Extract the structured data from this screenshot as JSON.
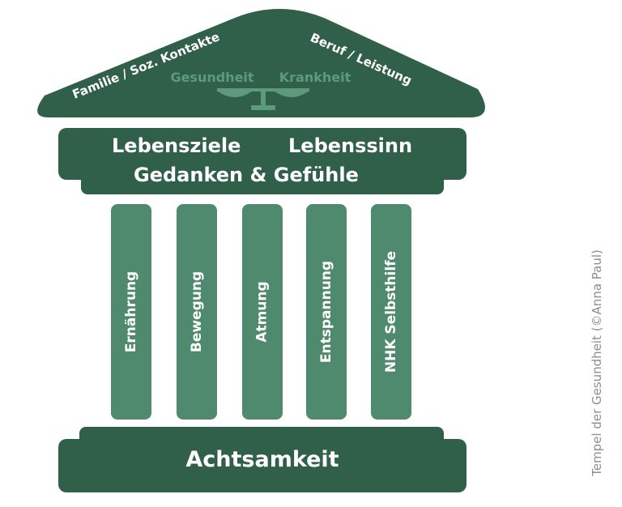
{
  "roof": {
    "left_label": "Familie / Soz. Kontakte",
    "right_label": "Beruf / Leistung",
    "scale_left": "Gesundheit",
    "scale_right": "Krankheit"
  },
  "entablature": {
    "line1_left": "Lebensziele",
    "line1_right": "Lebenssinn",
    "line2": "Gedanken & Gefühle"
  },
  "pillars": [
    {
      "label": "Ernährung"
    },
    {
      "label": "Bewegung"
    },
    {
      "label": "Atmung"
    },
    {
      "label": "Entspannung"
    },
    {
      "label": "NHK Selbsthilfe"
    }
  ],
  "base": {
    "label": "Achtsamkeit"
  },
  "caption": "Tempel der Gesundheit  (©Anna Paul)",
  "colors": {
    "dark_green": "#31604a",
    "pillar_green": "#4f8a6e",
    "scale_text_green": "#5d9a7c",
    "caption_gray": "#8e8e8e"
  }
}
